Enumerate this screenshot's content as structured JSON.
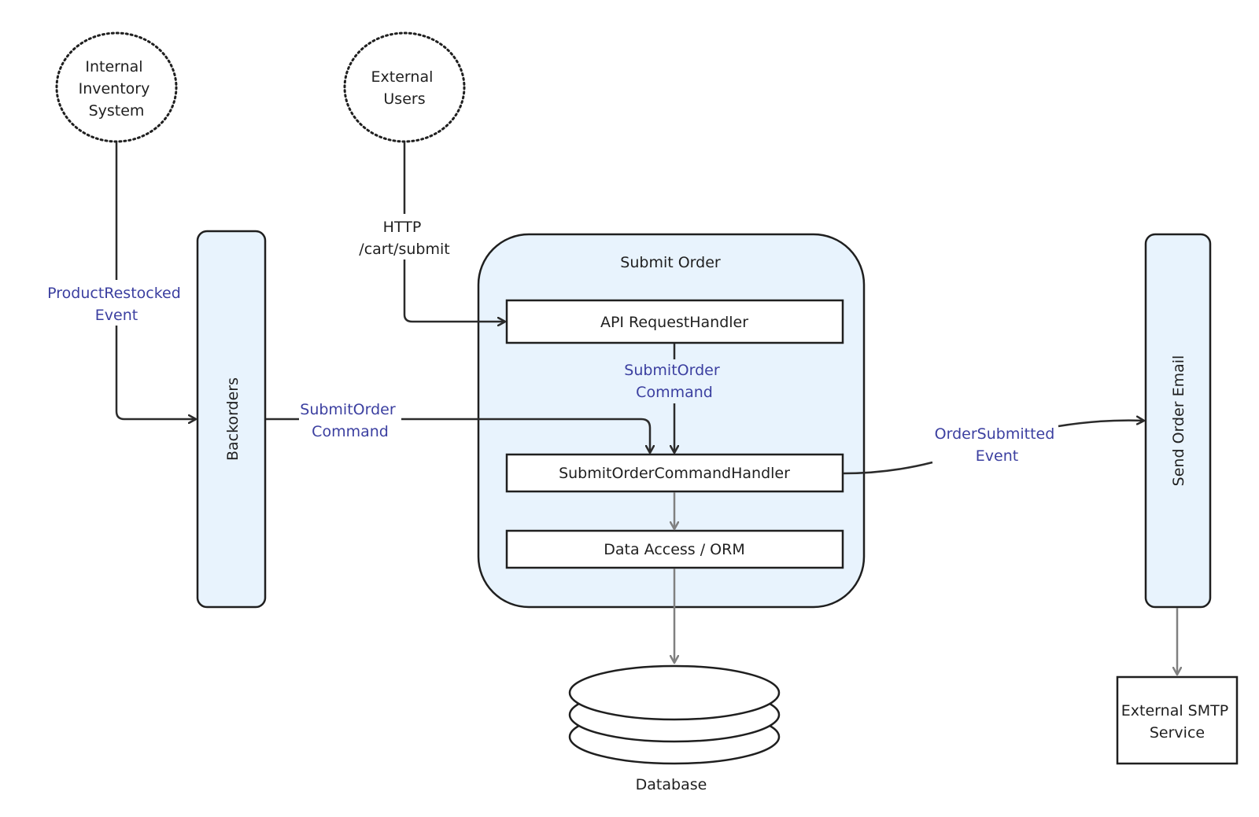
{
  "actors": {
    "internal_inventory": [
      "Internal",
      "Inventory",
      "System"
    ],
    "external_users": [
      "External",
      "Users"
    ]
  },
  "components": {
    "backorders": "Backorders",
    "submit_order_group": "Submit Order",
    "api_request_handler": "API RequestHandler",
    "submit_order_command_handler": "SubmitOrderCommandHandler",
    "data_access": "Data Access / ORM",
    "send_order_email": "Send Order Email",
    "database": "Database",
    "external_smtp": [
      "External SMTP",
      "Service"
    ]
  },
  "edge_labels": {
    "http": [
      "HTTP",
      "/cart/submit"
    ],
    "product_restocked": [
      "ProductRestocked",
      "Event"
    ],
    "submit_order_command_backorders": [
      "SubmitOrder",
      "Command"
    ],
    "submit_order_command_api": [
      "SubmitOrder",
      "Command"
    ],
    "order_submitted": [
      "OrderSubmitted",
      "Event"
    ]
  },
  "colors": {
    "lane_fill": "#e8f3fd",
    "event_label": "#3b3fa0",
    "primary_arrow": "#2b2b2b",
    "secondary_arrow": "#808080"
  }
}
